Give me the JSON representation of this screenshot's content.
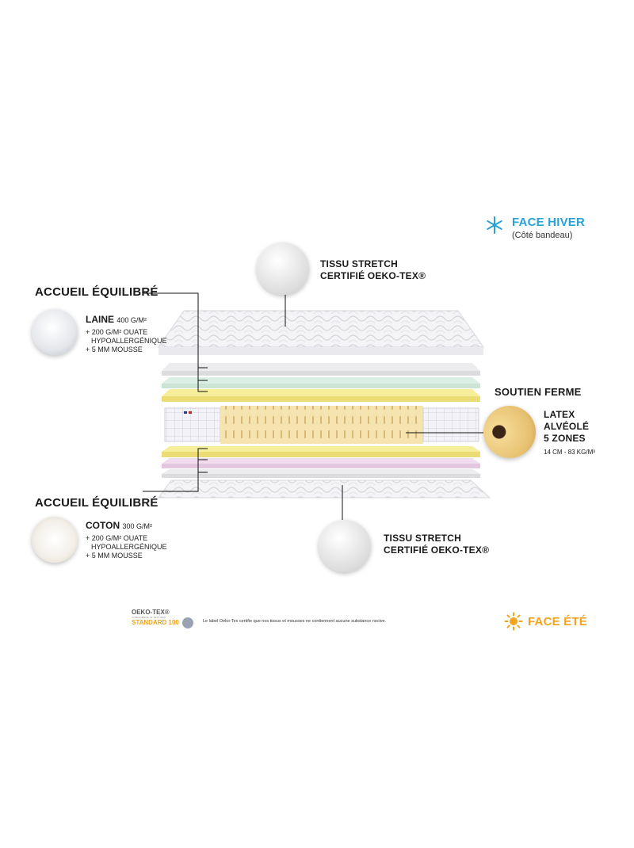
{
  "face_hiver": {
    "title": "FACE HIVER",
    "subtitle": "(Côté bandeau)",
    "color": "#29a3d6"
  },
  "face_ete": {
    "title": "FACE ÉTÉ",
    "color": "#f2a31c"
  },
  "top_fabric": {
    "line1": "TISSU STRETCH",
    "line2": "CERTIFIÉ OEKO-TEX®"
  },
  "bottom_fabric": {
    "line1": "TISSU STRETCH",
    "line2": "CERTIFIÉ OEKO-TEX®"
  },
  "accueil_top": {
    "title": "ACCUEIL ÉQUILIBRÉ",
    "material": "LAINE",
    "weight": "400 G/M²",
    "details": [
      "+ 200 G/M² OUATE",
      "HYPOALLERGÉNIQUE",
      "+ 5 MM MOUSSE"
    ]
  },
  "accueil_bottom": {
    "title": "ACCUEIL ÉQUILIBRÉ",
    "material": "COTON",
    "weight": "300 G/M²",
    "details": [
      "+ 200 G/M² OUATE",
      "HYPOALLERGÉNIQUE",
      "+ 5 MM MOUSSE"
    ]
  },
  "soutien": {
    "title": "SOUTIEN FERME",
    "lines": [
      "LATEX",
      "ALVÉOLÉ",
      "5 ZONES"
    ],
    "spec": "14 CM - 83 KG/M³"
  },
  "oeko_badge": {
    "brand": "OEKO-TEX®",
    "tagline": "CONFIDENCE IN TEXTILES",
    "standard": "STANDARD 100",
    "note": "Le label Oeko-Tex certifie que nos tissus et mousses ne contiennent aucune substance nocive."
  },
  "icons": [
    "snowflake-icon",
    "sun-icon",
    "oeko-tex-logo"
  ]
}
